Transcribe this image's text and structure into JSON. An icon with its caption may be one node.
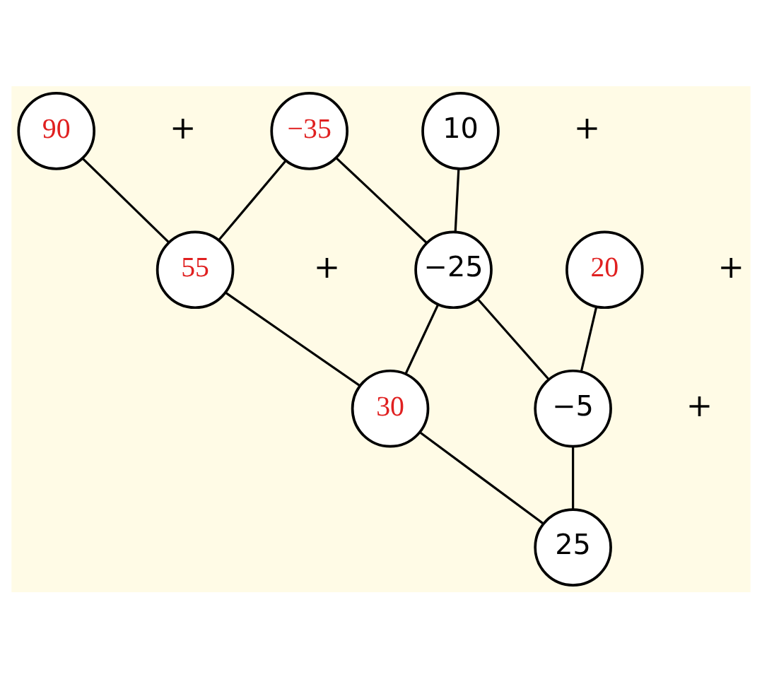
{
  "diagram": {
    "nodes": [
      {
        "text": [
          "90"
        ]
      },
      {
        "text": [
          "−35"
        ]
      },
      {
        "text": [
          "10"
        ]
      },
      {
        "text": [
          "55"
        ]
      },
      {
        "text": [
          "−25"
        ]
      },
      {
        "text": [
          "20"
        ]
      },
      {
        "text": [
          "30"
        ]
      },
      {
        "text": [
          "−5"
        ]
      },
      {
        "text": [
          "25"
        ]
      }
    ],
    "edges": [
      {
        "from": 0,
        "to": 3,
        "arrow": "none"
      },
      {
        "from": 1,
        "to": 3,
        "arrow": "none"
      },
      {
        "from": 1,
        "to": 4,
        "arrow": "none"
      },
      {
        "from": 2,
        "to": 4,
        "arrow": "none"
      },
      {
        "from": 3,
        "to": 6,
        "arrow": "none"
      },
      {
        "from": 4,
        "to": 6,
        "arrow": "none"
      },
      {
        "from": 4,
        "to": 7,
        "arrow": "none"
      },
      {
        "from": 5,
        "to": 7,
        "arrow": "none"
      },
      {
        "from": 6,
        "to": 8,
        "arrow": "none"
      },
      {
        "from": 7,
        "to": 8,
        "arrow": "none"
      }
    ],
    "labels": [
      "+",
      "+",
      "+",
      "+",
      "+"
    ]
  }
}
